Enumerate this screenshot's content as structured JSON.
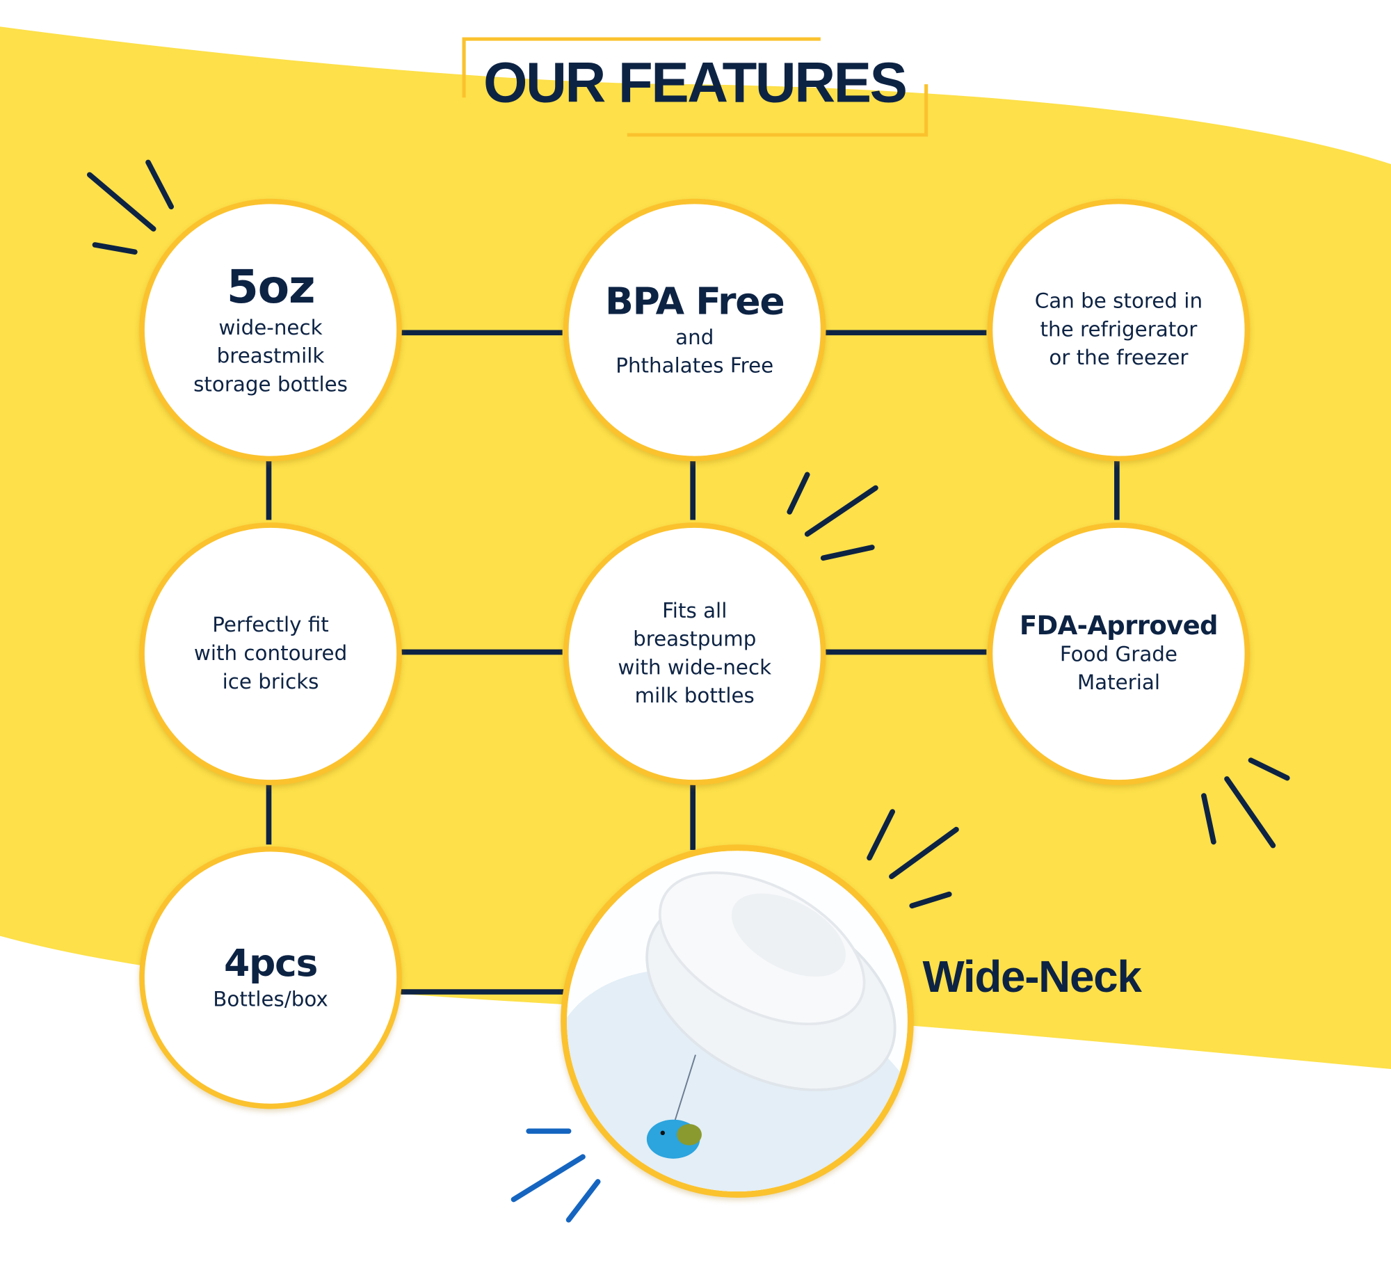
{
  "title": "OUR FEATURES",
  "colors": {
    "yellow": "#fde04a",
    "ring": "#fbc22e",
    "navy": "#0d2344",
    "accent_blue": "#1565c0"
  },
  "features": [
    {
      "headline": "5oz",
      "lines": [
        "wide-neck",
        "breastmilk",
        "storage bottles"
      ]
    },
    {
      "headline": "BPA Free",
      "lines": [
        "and",
        "Phthalates Free"
      ]
    },
    {
      "lines": [
        "Can be stored in",
        "the refrigerator",
        "or the freezer"
      ]
    },
    {
      "lines": [
        "Perfectly fit",
        "with contoured",
        "ice bricks"
      ]
    },
    {
      "lines": [
        "Fits all",
        "breastpump",
        "with wide-neck",
        "milk bottles"
      ]
    },
    {
      "headline": "FDA-Aprroved",
      "lines": [
        "Food Grade",
        "Material"
      ]
    },
    {
      "headline": "4pcs",
      "lines": [
        "Bottles/box"
      ]
    }
  ],
  "photo_caption": "Wide-Neck"
}
